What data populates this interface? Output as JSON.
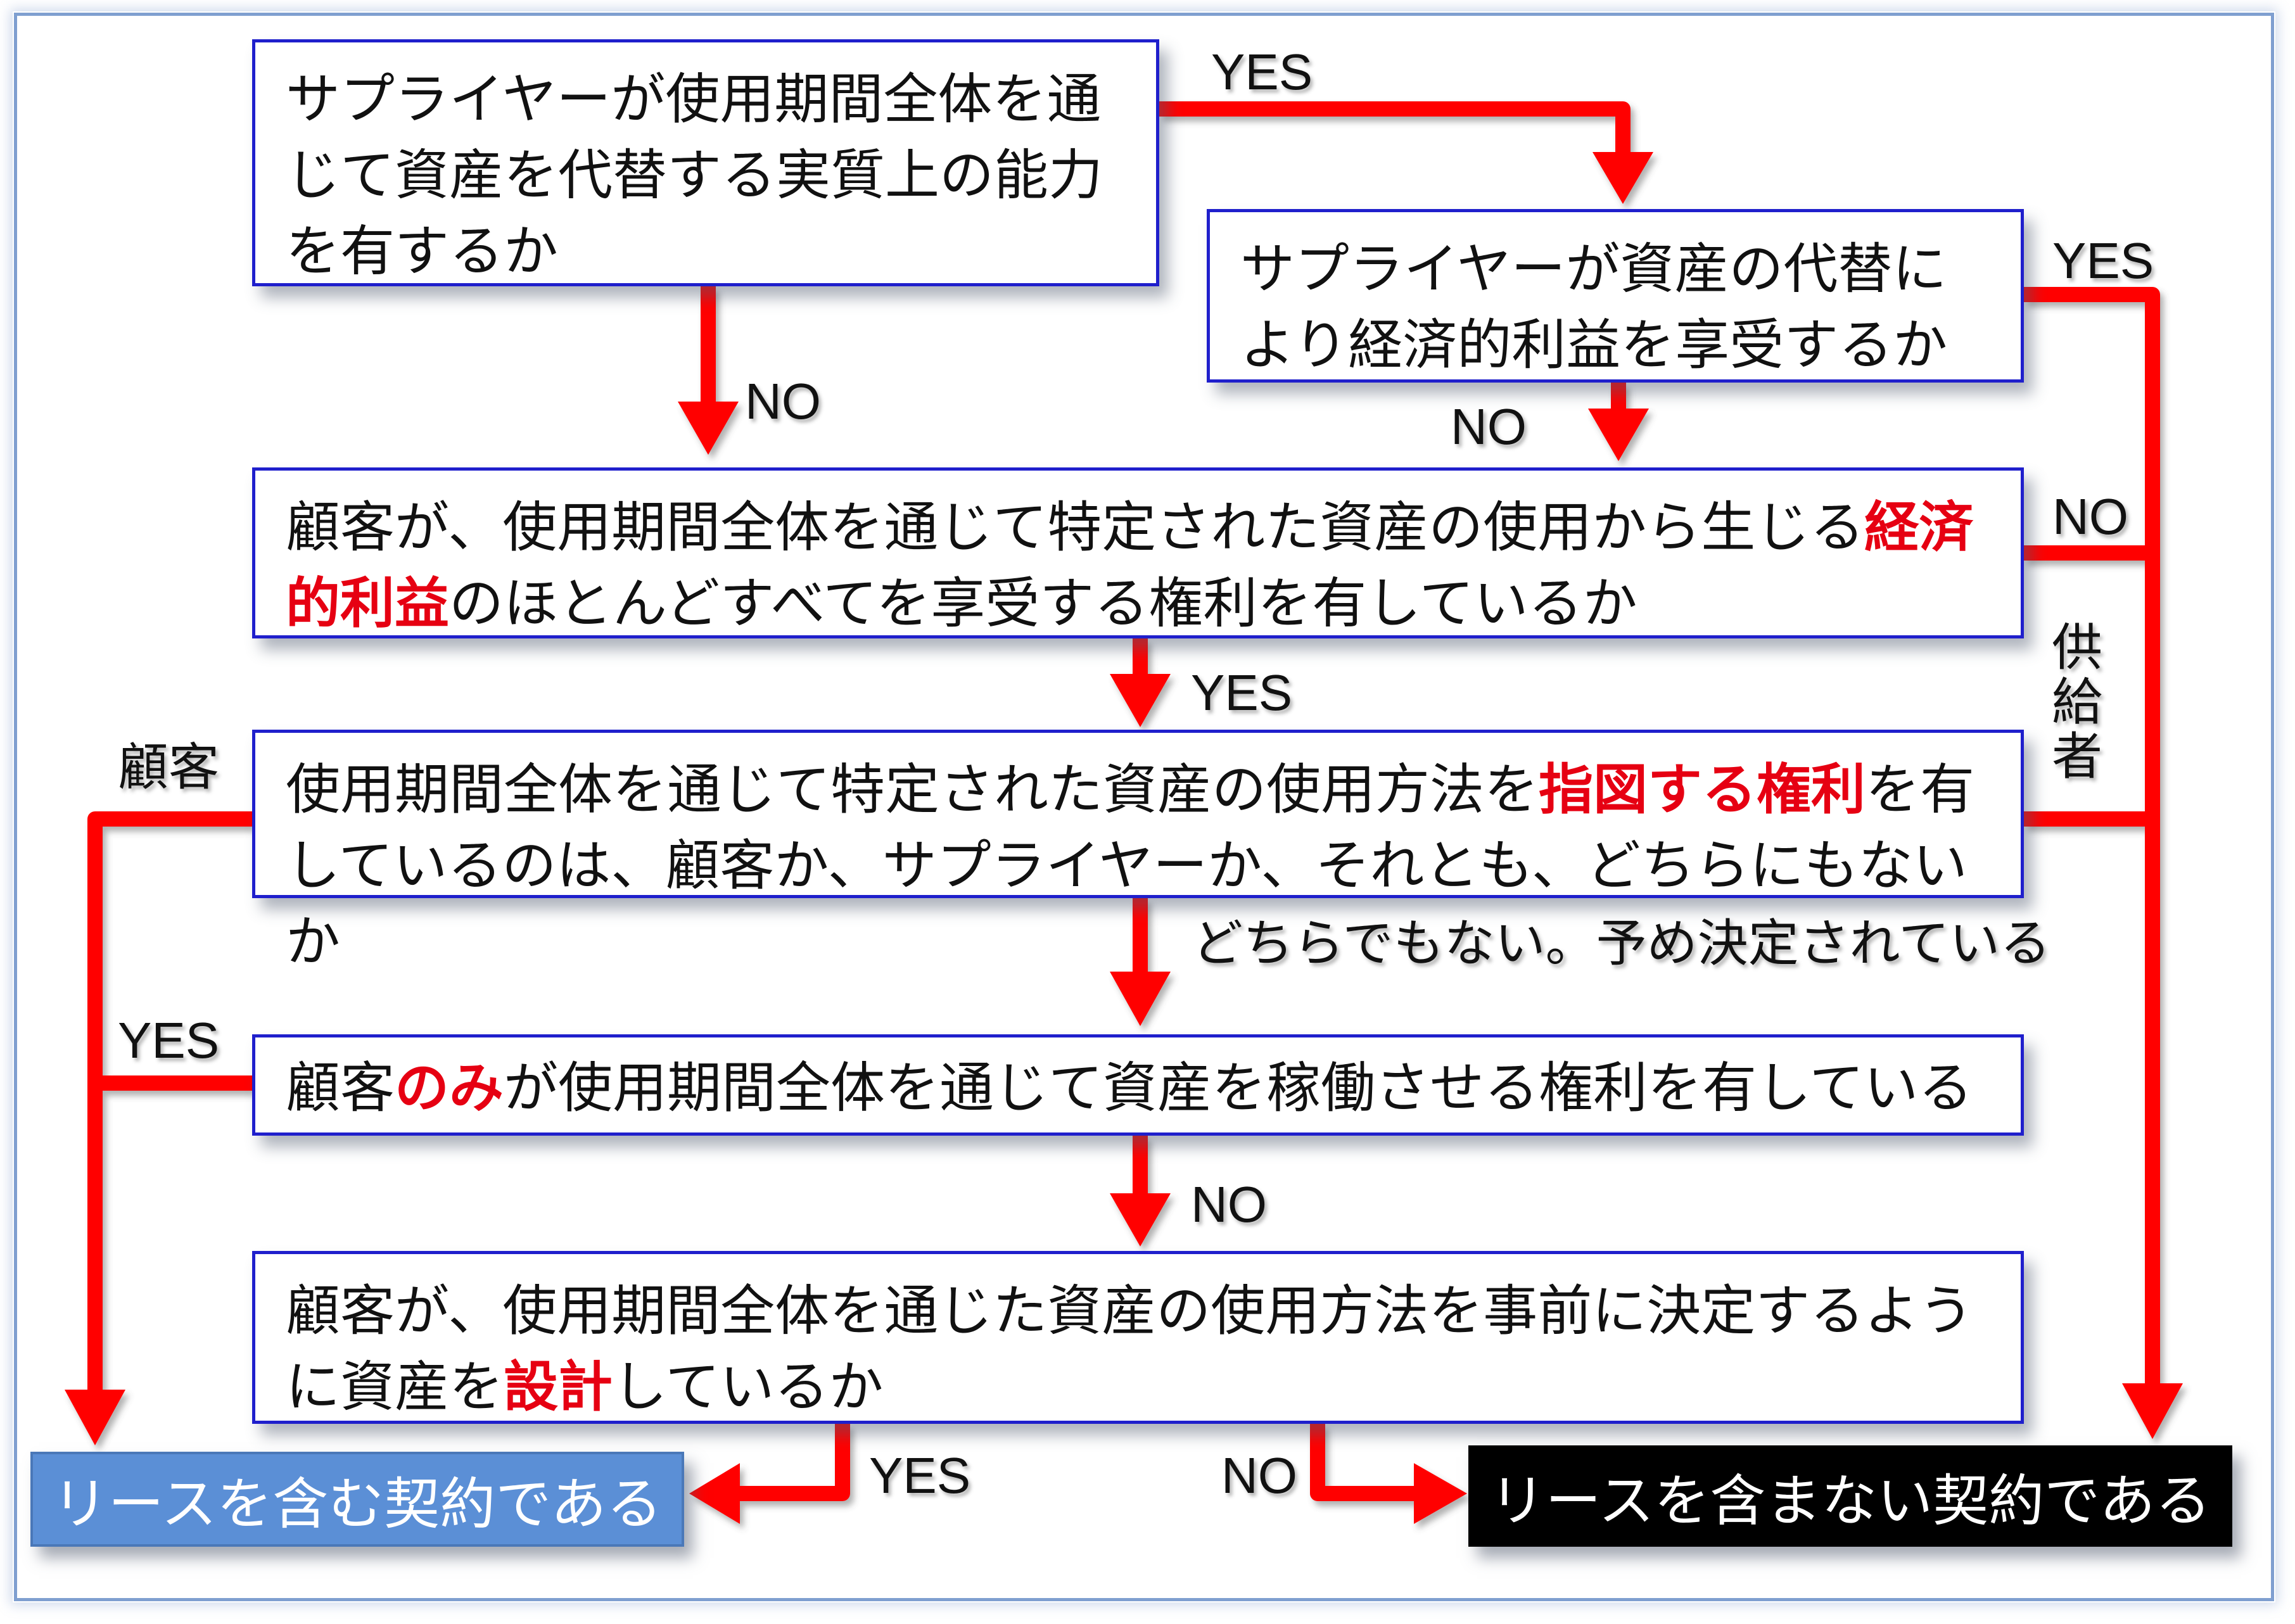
{
  "q1": "サプライヤーが使用期間全体を通じて資産を代替する実質上の能力を有するか",
  "q2": "サプライヤーが資産の代替により経済的利益を享受するか",
  "q3": {
    "pre": "顧客が、使用期間全体を通じて特定された資産の使用から生じる",
    "highlight": "経済的利益",
    "post": "のほとんどすべてを享受する権利を有しているか"
  },
  "q4": {
    "pre": "使用期間全体を通じて特定された資産の使用方法を",
    "highlight": "指図する権利",
    "post": "を有しているのは、顧客か、サプライヤーか、それとも、どちらにもないか"
  },
  "q5": {
    "pre": "顧客",
    "highlight": "のみ",
    "post": "が使用期間全体を通じて資産を稼働させる権利を有している"
  },
  "q6": {
    "pre": "顧客が、使用期間全体を通じた資産の使用方法を事前に決定するように資産を",
    "highlight": "設計",
    "post": "しているか"
  },
  "labels": {
    "yes_q1": "YES",
    "yes_q2": "YES",
    "no_q1": "NO",
    "no_q2": "NO",
    "no_q3": "NO",
    "yes_q3": "YES",
    "supplier": "供給者",
    "customer": "顧客",
    "neither": "どちらでもない。予め決定されている",
    "yes_q5": "YES",
    "no_q5": "NO",
    "yes_q6": "YES",
    "no_q6": "NO"
  },
  "results": {
    "lease": "リースを含む契約である",
    "no_lease": "リースを含まない契約である"
  },
  "colors": {
    "arrow": "#ff0000",
    "box_border": "#1f1fcc",
    "highlight": "#e60012",
    "lease_bg": "#5b8fd6",
    "no_lease_bg": "#000000"
  }
}
